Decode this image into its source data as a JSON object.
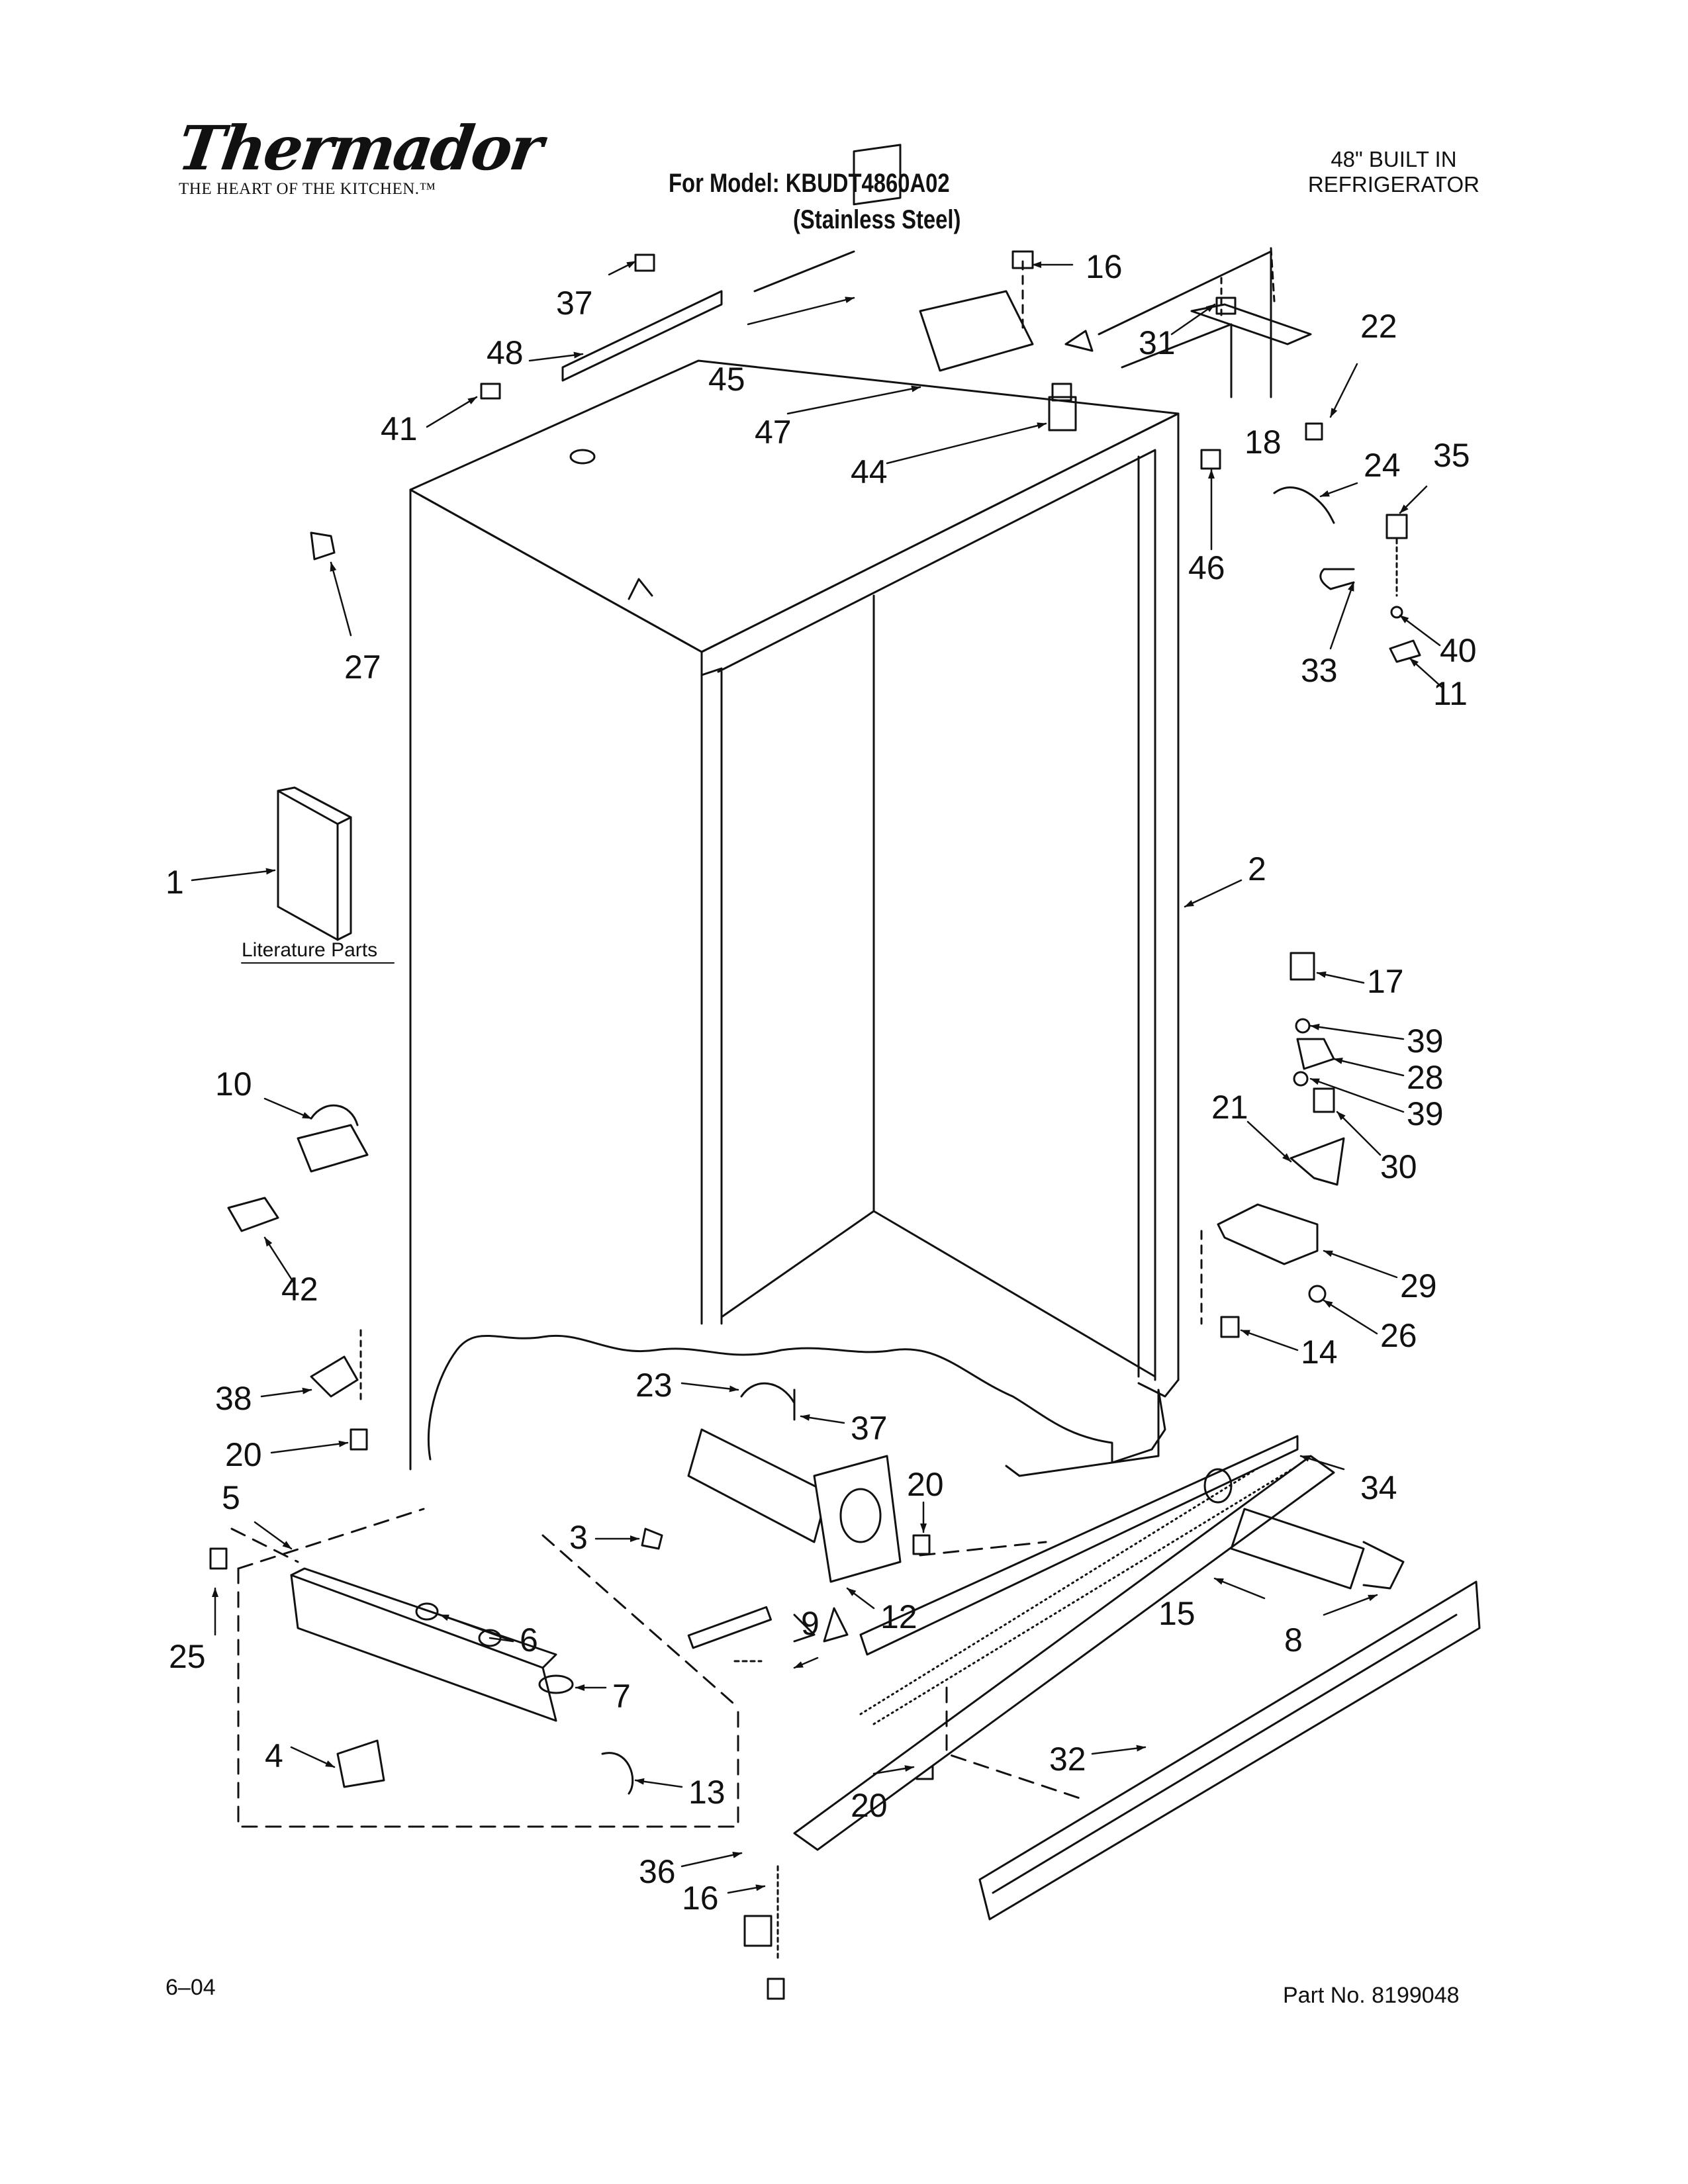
{
  "header": {
    "brand": "Thermador",
    "tagline": "THE HEART OF THE KITCHEN.™",
    "model_line": "For Model: KBUDT4860A02",
    "finish_line": "(Stainless Steel)",
    "product_line1": "48\" BUILT IN",
    "product_line2": "REFRIGERATOR"
  },
  "footer": {
    "date": "6–04",
    "part_number": "Part No. 8199048"
  },
  "literature_label": "Literature Parts",
  "callouts": [
    {
      "id": "c37a",
      "label": "37"
    },
    {
      "id": "c48",
      "label": "48"
    },
    {
      "id": "c41",
      "label": "41"
    },
    {
      "id": "c45",
      "label": "45"
    },
    {
      "id": "c47",
      "label": "47"
    },
    {
      "id": "c44",
      "label": "44"
    },
    {
      "id": "c16a",
      "label": "16"
    },
    {
      "id": "c31",
      "label": "31"
    },
    {
      "id": "c22",
      "label": "22"
    },
    {
      "id": "c18",
      "label": "18"
    },
    {
      "id": "c46",
      "label": "46"
    },
    {
      "id": "c24",
      "label": "24"
    },
    {
      "id": "c35",
      "label": "35"
    },
    {
      "id": "c27",
      "label": "27"
    },
    {
      "id": "c33",
      "label": "33"
    },
    {
      "id": "c40",
      "label": "40"
    },
    {
      "id": "c11",
      "label": "11"
    },
    {
      "id": "c1",
      "label": "1"
    },
    {
      "id": "c2",
      "label": "2"
    },
    {
      "id": "c17",
      "label": "17"
    },
    {
      "id": "c39a",
      "label": "39"
    },
    {
      "id": "c28",
      "label": "28"
    },
    {
      "id": "c39b",
      "label": "39"
    },
    {
      "id": "c21",
      "label": "21"
    },
    {
      "id": "c30",
      "label": "30"
    },
    {
      "id": "c10",
      "label": "10"
    },
    {
      "id": "c42",
      "label": "42"
    },
    {
      "id": "c29",
      "label": "29"
    },
    {
      "id": "c26",
      "label": "26"
    },
    {
      "id": "c14",
      "label": "14"
    },
    {
      "id": "c38",
      "label": "38"
    },
    {
      "id": "c20a",
      "label": "20"
    },
    {
      "id": "c23",
      "label": "23"
    },
    {
      "id": "c37b",
      "label": "37"
    },
    {
      "id": "c5",
      "label": "5"
    },
    {
      "id": "c3",
      "label": "3"
    },
    {
      "id": "c20b",
      "label": "20"
    },
    {
      "id": "c34",
      "label": "34"
    },
    {
      "id": "c6",
      "label": "6"
    },
    {
      "id": "c12",
      "label": "12"
    },
    {
      "id": "c15",
      "label": "15"
    },
    {
      "id": "c25",
      "label": "25"
    },
    {
      "id": "c9",
      "label": "9"
    },
    {
      "id": "c8",
      "label": "8"
    },
    {
      "id": "c7",
      "label": "7"
    },
    {
      "id": "c4",
      "label": "4"
    },
    {
      "id": "c13",
      "label": "13"
    },
    {
      "id": "c20c",
      "label": "20"
    },
    {
      "id": "c32",
      "label": "32"
    },
    {
      "id": "c36",
      "label": "36"
    },
    {
      "id": "c16b",
      "label": "16"
    }
  ]
}
